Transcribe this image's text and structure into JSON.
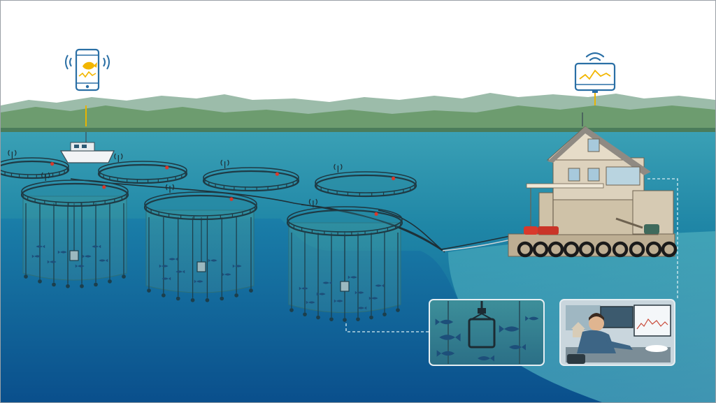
{
  "scene": {
    "subject": "aquaculture-fish-farm-monitoring",
    "colors": {
      "sky": "#ffffff",
      "hills_far": "#8fb3a0",
      "hills_near": "#6b9a6e",
      "sea_surface": "#2a8fa8",
      "sea_deep": "#0f5f97",
      "net": "#3f8f98",
      "ring": "#1f3a44",
      "icon_blue": "#2a6fa5",
      "icon_yellow": "#f2b600",
      "house_wall": "#d8ccb7",
      "house_roof": "#8f8a83",
      "buoy_red": "#d8392c",
      "fish": "#1d4f7a"
    }
  },
  "icons": {
    "phone": "smartphone-icon",
    "phone_signal": "wireless-signal-icon",
    "monitor": "monitor-chart-icon",
    "wifi": "wifi-icon",
    "fish_on_phone": "fish-icon"
  },
  "pens": [
    {
      "id": "pen-a",
      "submerged": false
    },
    {
      "id": "pen-b",
      "submerged": false
    },
    {
      "id": "pen-c",
      "submerged": true
    },
    {
      "id": "pen-d",
      "submerged": false
    },
    {
      "id": "pen-e",
      "submerged": false
    },
    {
      "id": "pen-f",
      "submerged": true
    },
    {
      "id": "pen-g",
      "submerged": false
    },
    {
      "id": "pen-h",
      "submerged": true
    }
  ],
  "insets": [
    {
      "id": "underwater-camera-closeup"
    },
    {
      "id": "operator-control-room"
    }
  ]
}
